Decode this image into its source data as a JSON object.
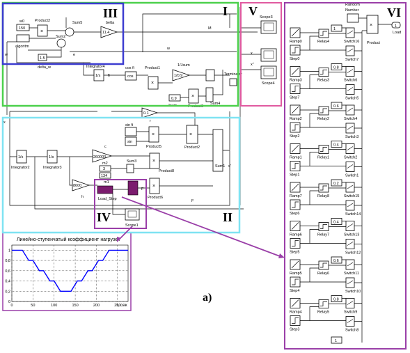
{
  "region_labels": {
    "I": "I",
    "II": "II",
    "III": "III",
    "IV": "IV",
    "V": "V",
    "VI": "VI"
  },
  "caption": "a)",
  "colors": {
    "region_I": "#4cd04c",
    "region_II": "#7fe3f2",
    "region_III": "#3c3cd0",
    "region_IV": "#9a3fa8",
    "region_V": "#e05aa0",
    "region_VI": "#9a3fa8",
    "plot_line": "#0000ff",
    "load_step": "#7b1c6e"
  },
  "model_top": {
    "omega0_label": "w0",
    "omega0_value": "150",
    "product2": "Product2",
    "sum5": "Sum5",
    "sum2": "Sum2",
    "betta_label": "betta",
    "betta_value": "11.4",
    "algorithm": "algoritm",
    "gain15": "1.5",
    "delta_w": "delta_w",
    "integrator4": "Integrator4",
    "fi": "fi",
    "integrator_sym": "1/s",
    "cos_fi": "cos fi",
    "cos": "cos",
    "product1": "Product1",
    "gain_jsum": "1/Jsum",
    "gain_jsum_value": "1/0.9",
    "jsum_label": "Jsum",
    "terminator": "Terminator",
    "const09": "0.9",
    "product3": "Product3",
    "sum4": "Sum4",
    "sig_M": "M",
    "sig_w": "w",
    "sig_e": "e",
    "sig_x": "x",
    "sig_x2": "x''"
  },
  "model_mid": {
    "gain01": "0.1",
    "r": "r",
    "sin_fi": "sin fi",
    "sin": "sin",
    "product5": "Product5",
    "product2b": "Product2",
    "integrator2": "Integrator2",
    "integrator3": "Integrator3",
    "int_sym": "1/s",
    "c_label": "c",
    "c_value": "260000",
    "m2": "m2",
    "v3": "3",
    "v134": "134",
    "sum3": "Sum3",
    "product8": "Product8",
    "m1": "m1",
    "h_label": "h",
    "h_value": "8600",
    "load_step": "Load_Step",
    "product6": "Product6",
    "sum1": "Sum1",
    "sig_F": "F",
    "sig_x1": "x'"
  },
  "scopes": {
    "scope1": "Scope1",
    "scope3": "Scope3",
    "scope4": "Scope4"
  },
  "load_panel": {
    "random_number": "Random Number",
    "product": "Product",
    "out_port": "1",
    "load": "Load",
    "rows": [
      {
        "ramp": "Ramp0",
        "step": "Step0",
        "relay": "Relay4",
        "value": "1",
        "switch_a": "Switch16",
        "switch_b": "Switch7"
      },
      {
        "ramp": "Ramp3",
        "step": "Step7",
        "relay": "Relay3",
        "value": "0.8",
        "switch_a": "Switch6",
        "switch_b": "Switch5"
      },
      {
        "ramp": "Ramp2",
        "step": "Step2",
        "relay": "Relay2",
        "value": "0.6",
        "switch_a": "Switch4",
        "switch_b": "Switch3"
      },
      {
        "ramp": "Ramp1",
        "step": "Step1",
        "relay": "Relay1",
        "value": "0.4",
        "switch_a": "Switch2",
        "switch_b": "Switch1"
      },
      {
        "ramp": "Ramp7",
        "step": "Step6",
        "relay": "Relay8",
        "value": "0.2",
        "switch_a": "Switch15",
        "switch_b": "Switch14"
      },
      {
        "ramp": "Ramp6",
        "step": "Step5",
        "relay": "Relay7",
        "value": "0.4",
        "switch_a": "Switch13",
        "switch_b": "Switch12"
      },
      {
        "ramp": "Ramp5",
        "step": "Step4",
        "relay": "Relay6",
        "value": "0.6",
        "switch_a": "Switch11",
        "switch_b": "Switch10"
      },
      {
        "ramp": "Ramp4",
        "step": "Step3",
        "relay": "Relay5",
        "value": "0.8",
        "switch_a": "Switch9",
        "switch_b": "Switch8"
      }
    ],
    "last_value": "1"
  },
  "chart_data": {
    "type": "line",
    "title": "Линейно-ступенчатый коэффициент нагрузки",
    "xlabel": "t, сек",
    "ylabel": "",
    "xlim": [
      0,
      275
    ],
    "ylim": [
      0,
      1.1
    ],
    "x_ticks": [
      0,
      50,
      100,
      150,
      200,
      250
    ],
    "x_tick_labels": [
      "0",
      "50",
      "100",
      "150",
      "200",
      "250"
    ],
    "y_ticks": [
      0,
      0.2,
      0.4,
      0.6,
      0.8,
      1
    ],
    "y_tick_labels": [
      "0",
      "0,2",
      "0,4",
      "0,6",
      "0,8",
      "1"
    ],
    "grid": true,
    "series": [
      {
        "x": [
          0,
          25,
          40,
          50,
          65,
          75,
          90,
          100,
          115,
          140,
          155,
          165,
          180,
          190,
          205,
          215,
          230,
          240,
          255,
          275
        ],
        "y": [
          1,
          1,
          0.8,
          0.8,
          0.6,
          0.6,
          0.4,
          0.4,
          0.2,
          0.2,
          0.4,
          0.4,
          0.6,
          0.6,
          0.8,
          0.8,
          1,
          1,
          1,
          1
        ]
      }
    ]
  }
}
